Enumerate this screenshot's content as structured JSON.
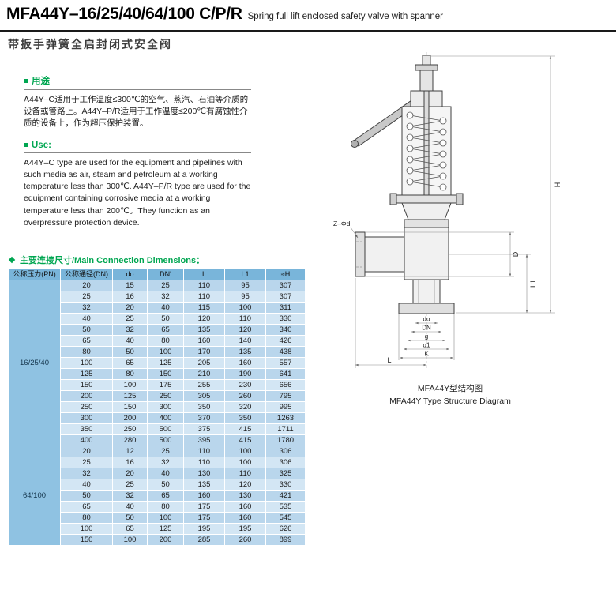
{
  "header": {
    "title": "MFA44Y–16/25/40/64/100 C/P/R",
    "subtitle_en": "Spring full lift enclosed safety valve with spanner",
    "subtitle_zh": "带扳手弹簧全启封闭式安全阀"
  },
  "use_zh": {
    "heading": "用途",
    "body": "A44Y–C适用于工作温度≤300℃的空气、蒸汽、石油等介质的设备或管路上。A44Y–P/R适用于工作温度≤200℃有腐蚀性介质的设备上，作为超压保护装置。"
  },
  "use_en": {
    "heading": "Use:",
    "body": "A44Y–C type are used for the equipment and pipelines with such media as air, steam and petroleum at a working temperature less than 300℃. A44Y–P/R type are used for the equipment containing corrosive media at a working temperature less than 200℃。They function as an overpressure protection device."
  },
  "table": {
    "section_title": "主要连接尺寸/Main Connection Dimensions：",
    "headers": [
      "公称压力(PN)",
      "公称通径(DN)",
      "do",
      "DN'",
      "L",
      "L1",
      "≈H"
    ],
    "groups": [
      {
        "label": "16/25/40",
        "rows": [
          [
            "20",
            "15",
            "25",
            "110",
            "95",
            "307"
          ],
          [
            "25",
            "16",
            "32",
            "110",
            "95",
            "307"
          ],
          [
            "32",
            "20",
            "40",
            "115",
            "100",
            "311"
          ],
          [
            "40",
            "25",
            "50",
            "120",
            "110",
            "330"
          ],
          [
            "50",
            "32",
            "65",
            "135",
            "120",
            "340"
          ],
          [
            "65",
            "40",
            "80",
            "160",
            "140",
            "426"
          ],
          [
            "80",
            "50",
            "100",
            "170",
            "135",
            "438"
          ],
          [
            "100",
            "65",
            "125",
            "205",
            "160",
            "557"
          ],
          [
            "125",
            "80",
            "150",
            "210",
            "190",
            "641"
          ],
          [
            "150",
            "100",
            "175",
            "255",
            "230",
            "656"
          ],
          [
            "200",
            "125",
            "250",
            "305",
            "260",
            "795"
          ],
          [
            "250",
            "150",
            "300",
            "350",
            "320",
            "995"
          ],
          [
            "300",
            "200",
            "400",
            "370",
            "350",
            "1263"
          ],
          [
            "350",
            "250",
            "500",
            "375",
            "415",
            "1711"
          ],
          [
            "400",
            "280",
            "500",
            "395",
            "415",
            "1780"
          ]
        ]
      },
      {
        "label": "64/100",
        "rows": [
          [
            "20",
            "12",
            "25",
            "110",
            "100",
            "306"
          ],
          [
            "25",
            "16",
            "32",
            "110",
            "100",
            "306"
          ],
          [
            "32",
            "20",
            "40",
            "130",
            "110",
            "325"
          ],
          [
            "40",
            "25",
            "50",
            "135",
            "120",
            "330"
          ],
          [
            "50",
            "32",
            "65",
            "160",
            "130",
            "421"
          ],
          [
            "65",
            "40",
            "80",
            "175",
            "160",
            "535"
          ],
          [
            "80",
            "50",
            "100",
            "175",
            "160",
            "545"
          ],
          [
            "100",
            "65",
            "125",
            "195",
            "195",
            "626"
          ],
          [
            "150",
            "100",
            "200",
            "285",
            "260",
            "899"
          ]
        ]
      }
    ]
  },
  "diagram": {
    "caption_zh": "MFA44Y型结构图",
    "caption_en": "MFA44Y Type Structure Diagram",
    "labels": {
      "H": "H",
      "D": "D",
      "L1": "L1",
      "L": "L",
      "K": "K",
      "g": "g",
      "g1": "g1",
      "DN": "DN",
      "do": "do",
      "Zd": "Z–Φd"
    }
  },
  "colors": {
    "accent_green": "#00a651",
    "table_header_bg": "#79b5da",
    "row_dark": "#b9d6ec",
    "row_light": "#d3e6f4"
  }
}
